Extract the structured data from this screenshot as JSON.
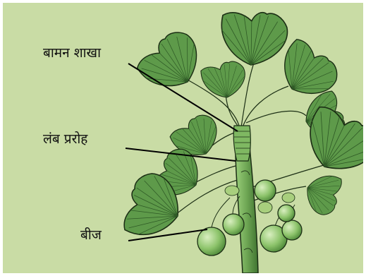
{
  "labels": {
    "dwarf_shoot": "बामन शाखा",
    "long_shoot": "लंब प्ररोह",
    "seed": "बीज"
  },
  "colors": {
    "background": "#c9dca5",
    "leaf_fill": "#5e9a4a",
    "leaf_dark": "#2f5a26",
    "seed_fill": "#8cc36a",
    "stem_fill": "#6ea654",
    "outline": "#1b2e14"
  }
}
